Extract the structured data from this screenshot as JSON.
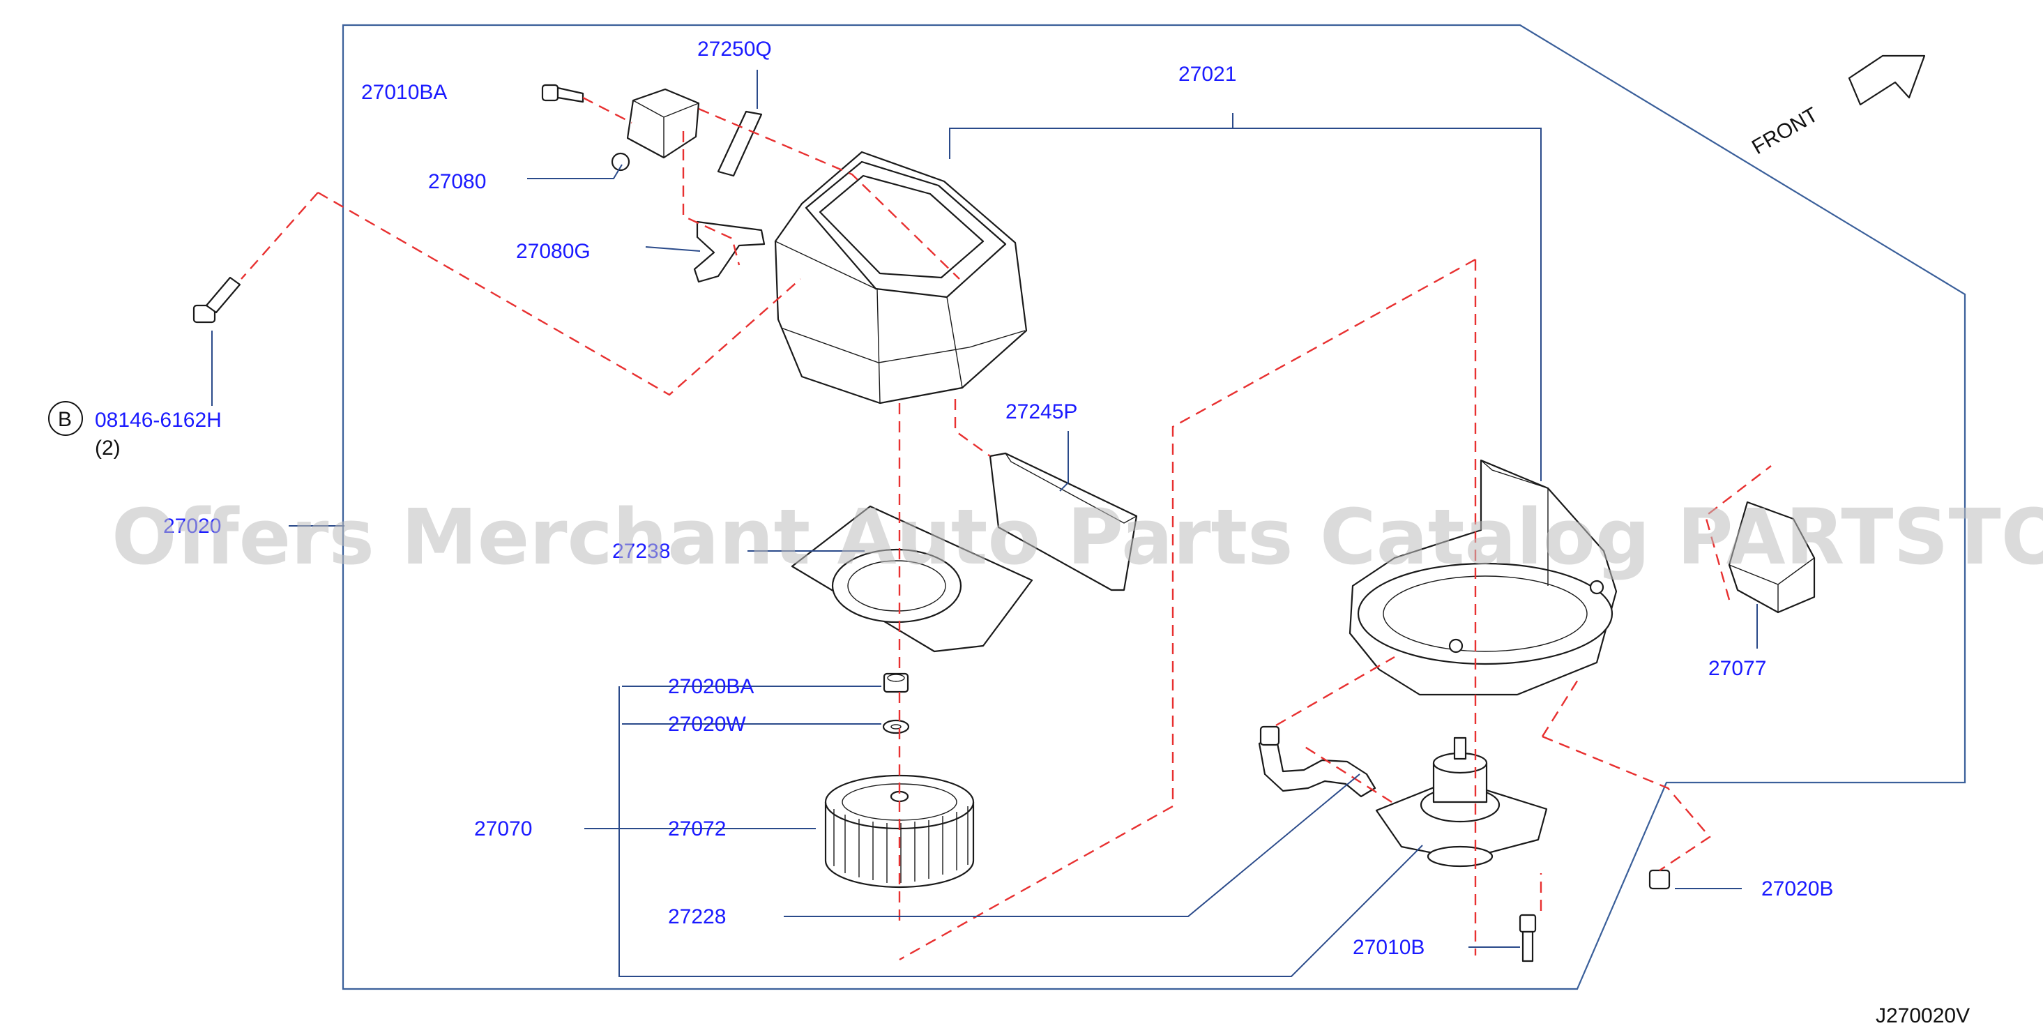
{
  "diagram_code": "J270020V",
  "front_label": "FRONT",
  "watermark": "Offers Merchant Auto Parts Catalog PARTSTORE.SA",
  "bolt_marker": "B",
  "parts": {
    "p27250q": "27250Q",
    "p27010ba": "27010BA",
    "p27021": "27021",
    "p27080": "27080",
    "p27080g": "27080G",
    "p08146": "08146-6162H",
    "p08146_qty": "(2)",
    "p27245p": "27245P",
    "p27020": "27020",
    "p27238": "27238",
    "p27020ba": "27020BA",
    "p27020w": "27020W",
    "p27077": "27077",
    "p27070": "27070",
    "p27072": "27072",
    "p27228": "27228",
    "p27020b": "27020B",
    "p27010b": "27010B"
  }
}
